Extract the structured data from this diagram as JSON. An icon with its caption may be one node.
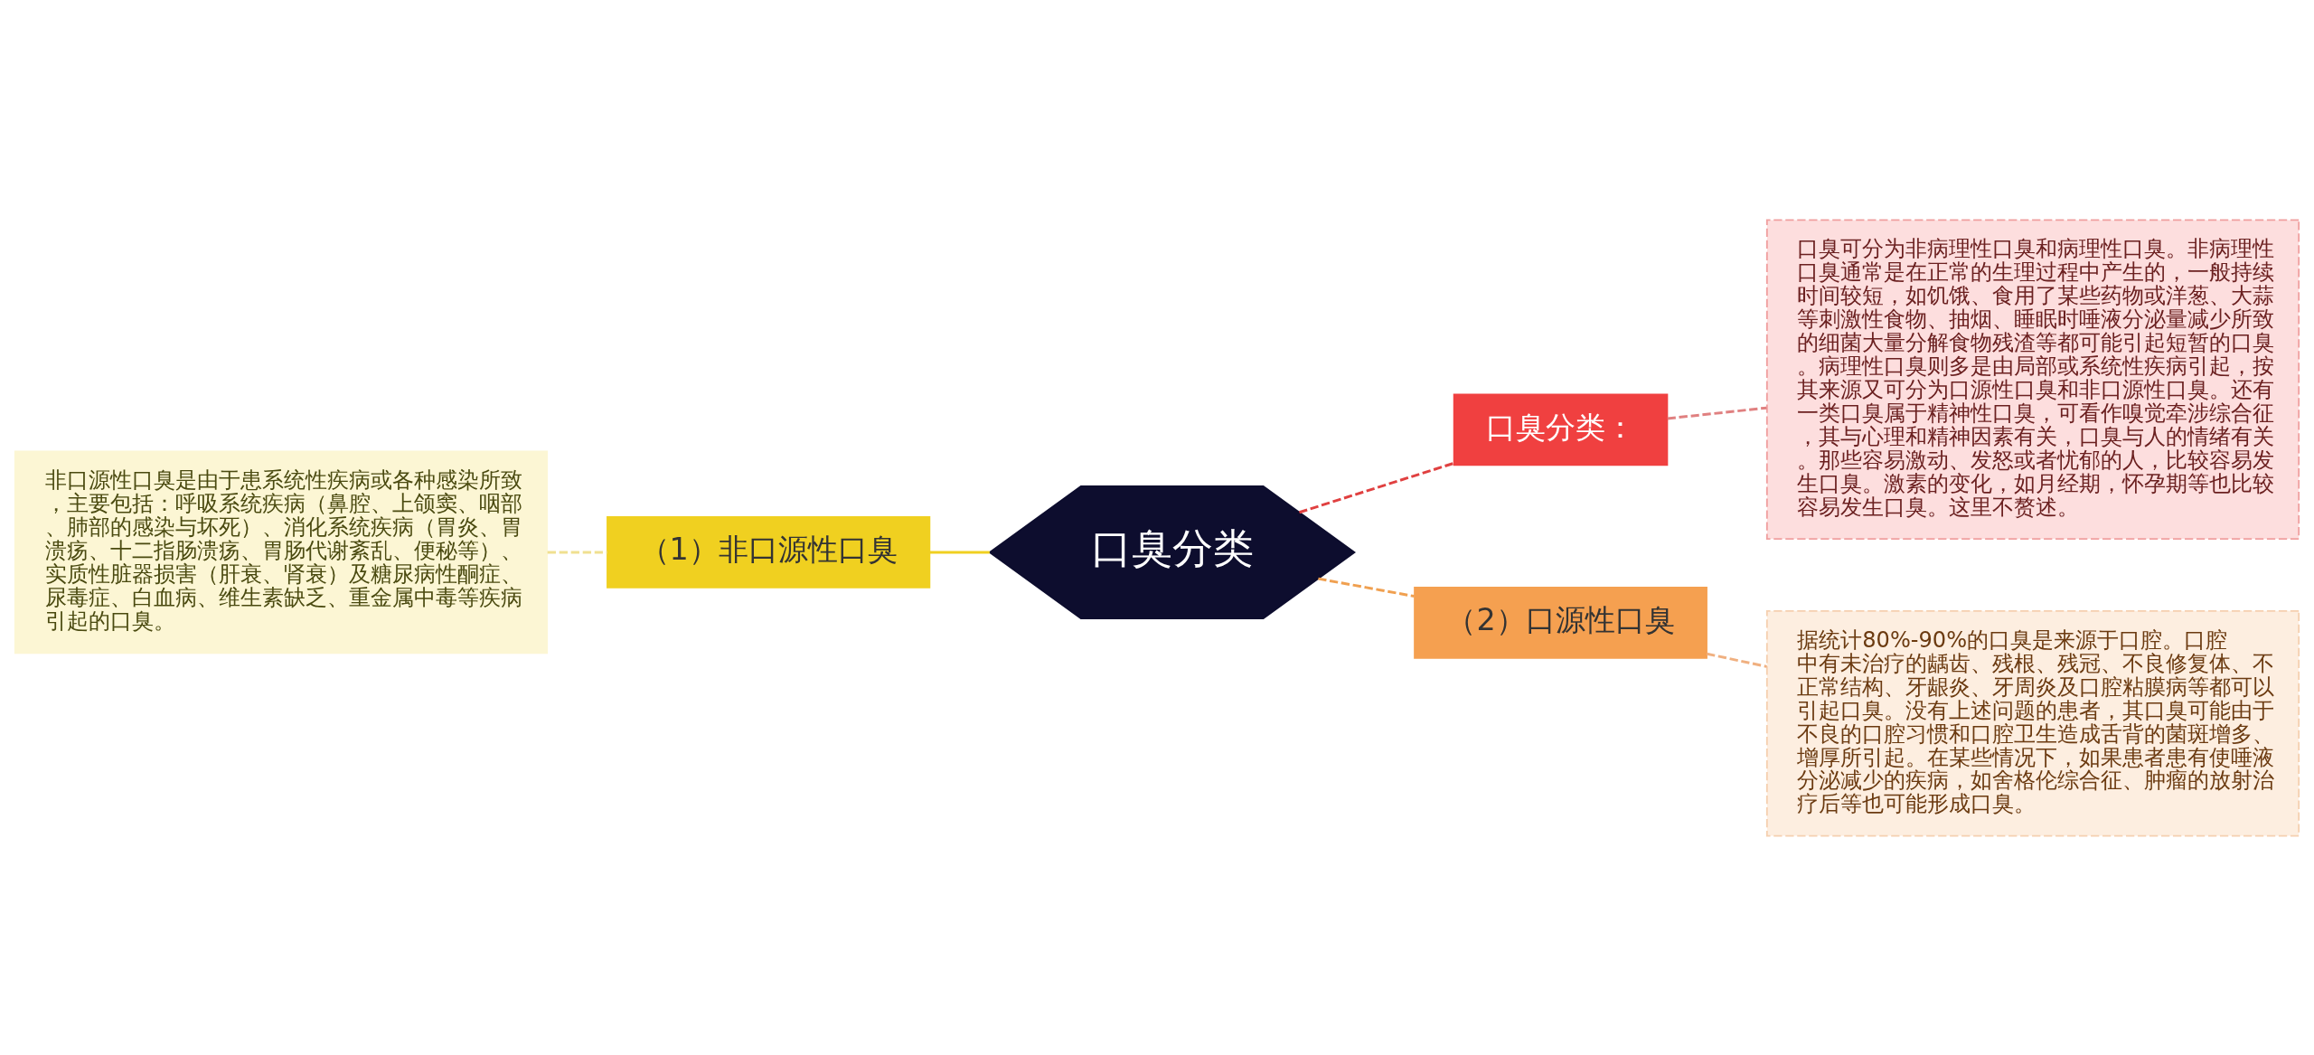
{
  "diagram": {
    "nodes": [
      {
        "text": [
          "非口源性口臭是由于患系统性疾病或各种感染所致，主要包括：呼吸系统疾病（鼻腔、上颌窦、咽部、肺部的感染与坏死）、消化系统疾病（胃炎、胃溃疡、十二指肠溃疡、胃肠代谢紊乱、便秘等）、实质性脏器损害（肝衰、肾衰）及糖尿病性酮症、尿毒症、白血病、维生素缺乏、重金属中毒等疾病引起的口臭。"
        ]
      },
      {
        "text": [
          "（1）非口源性口臭"
        ]
      },
      {
        "text": [
          "口臭分类"
        ]
      },
      {
        "text": [
          "口臭分类："
        ]
      },
      {
        "text": [
          "口臭可分为非病理性口臭和病理性口臭。非病理性口臭通常是在正常的生理过程中产生的，一般持续时间较短，如饥饿、食用了某些药物或洋葱、大蒜等刺激性食物、抽烟、睡眠时唾液分泌量减少所致的细菌大量分解食物残渣等都可能引起短暂的口臭。病理性口臭则多是由局部或系统性疾病引起，按其来源又可分为口源性口臭和非口源性口臭。还有一类口臭属于精神性口臭，可看作嗅觉牵涉综合征，其与心理和精神因素有关，口臭与人的情绪有关。那些容易激动、发怒或者忧郁的人，比较容易发生口臭。激素的变化，如月经期，怀孕期等也比较容易发生口臭。这里不赘述。"
        ]
      },
      {
        "text": [
          "（2）口源性口臭"
        ]
      },
      {
        "text": [
          "据统计80%-90%的口臭是来源于口腔。口腔中有未治疗的龋齿、残根、残冠、不良修复体、不正常结构、牙龈炎、牙周炎及口腔粘膜病等都可以引起口臭。没有上述问题的患者，其口臭可能由于不良的口腔习惯和口腔卫生造成舌背的菌斑增多、增厚所引起。在某些情况下，如果患者患有使唾液分泌减少的疾病，如舍格伦综合征、肿瘤的放射治疗后等也可能形成口臭。"
        ]
      }
    ],
    "edges": [
      {
        "from": 0,
        "to": 1,
        "arrow": "none",
        "style": "dashed",
        "color": "#f0e090"
      },
      {
        "from": 1,
        "to": 2,
        "arrow": "none",
        "color": "#f0d020"
      },
      {
        "from": 2,
        "to": 3,
        "arrow": "none",
        "style": "dashed",
        "color": "#e04040"
      },
      {
        "from": 3,
        "to": 4,
        "arrow": "none",
        "style": "dashed",
        "color": "#e08080"
      },
      {
        "from": 2,
        "to": 5,
        "arrow": "none",
        "style": "dashed",
        "color": "#f0a050"
      },
      {
        "from": 5,
        "to": 6,
        "arrow": "none",
        "style": "dashed",
        "color": "#f0b080"
      }
    ]
  }
}
